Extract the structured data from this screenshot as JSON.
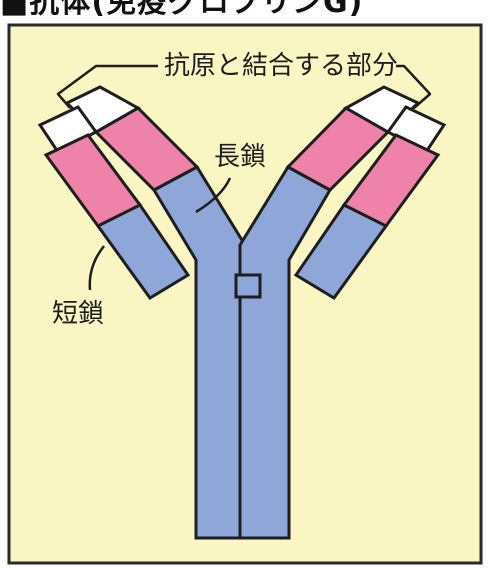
{
  "figure": {
    "title": "■抗体(免疫グロブリンG)",
    "labels": {
      "antigen_binding_site": "抗原と結合する部分",
      "heavy_chain": "長鎖",
      "light_chain": "短鎖"
    },
    "colors": {
      "background": "#faf6c4",
      "frame": "#2a2a2a",
      "variable_region": "#ee82a8",
      "constant_region": "#8ea6d8",
      "outline": "#1e1e1e"
    }
  }
}
